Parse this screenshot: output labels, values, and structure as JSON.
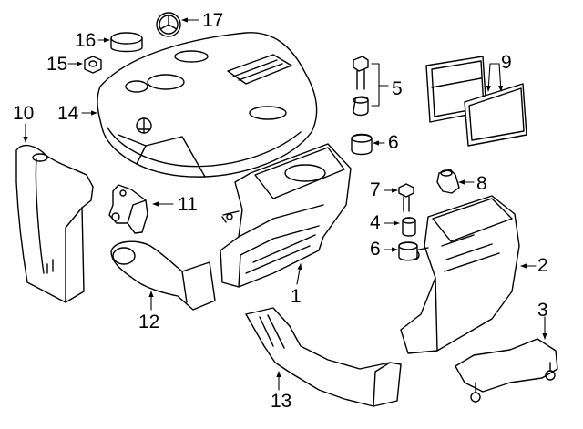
{
  "callouts": {
    "c1": "1",
    "c2": "2",
    "c3": "3",
    "c4": "4",
    "c5": "5",
    "c6a": "6",
    "c6b": "6",
    "c7": "7",
    "c8": "8",
    "c9": "9",
    "c10": "10",
    "c11": "11",
    "c12": "12",
    "c13": "13",
    "c14": "14",
    "c15": "15",
    "c16": "16",
    "c17": "17"
  }
}
